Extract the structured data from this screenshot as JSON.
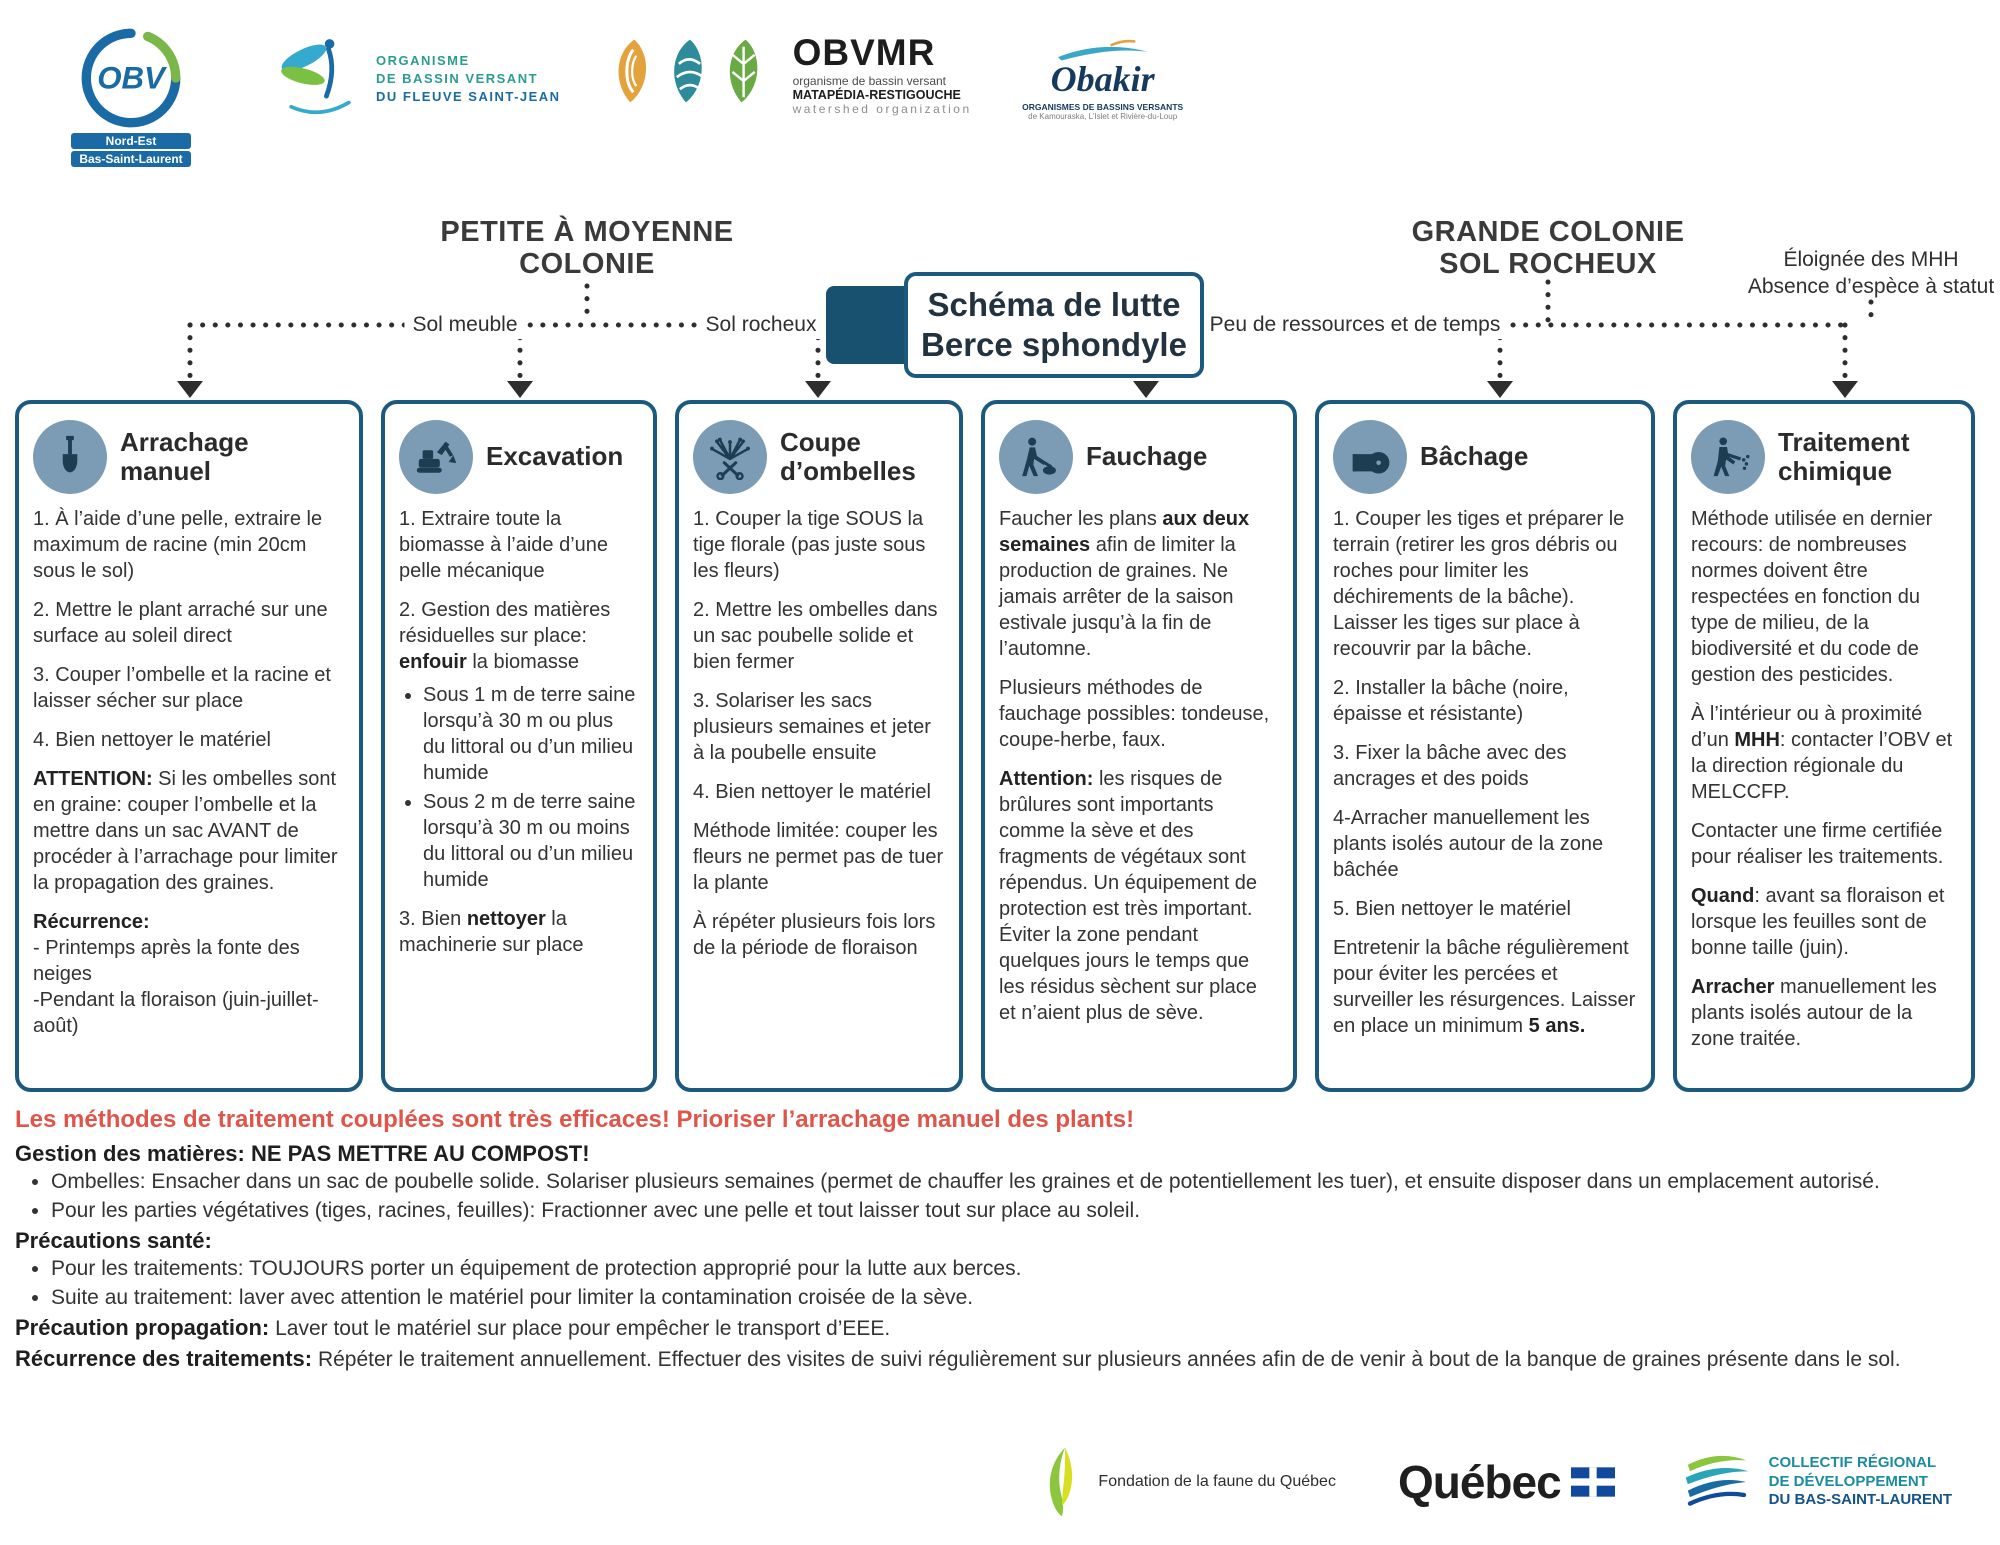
{
  "colors": {
    "card_border": "#1b5a7e",
    "accent_red": "#e0554a",
    "icon_circle": "#7b9cb4",
    "navy": "#17516f"
  },
  "logos_top": {
    "obv": {
      "acronym": "OBV",
      "line1": "Nord-Est",
      "line2": "Bas-Saint-Laurent"
    },
    "saint_jean": {
      "line1": "ORGANISME",
      "line2": "DE BASSIN VERSANT",
      "line3": "DU FLEUVE SAINT-JEAN"
    },
    "obvmr": {
      "acronym": "OBVMR",
      "line1": "organisme de bassin versant",
      "line2": "MATAPÉDIA-RESTIGOUCHE",
      "line3": "watershed organization"
    },
    "obakir": {
      "name": "Obakir",
      "line1": "ORGANISMES DE BASSINS VERSANTS",
      "line2": "de Kamouraska, L’Islet et Rivière-du-Loup"
    }
  },
  "tree": {
    "left_branch_line1": "PETITE À MOYENNE",
    "left_branch_line2": "COLONIE",
    "title_line1": "Schéma de lutte",
    "title_line2": "Berce sphondyle",
    "right_branch_line1": "GRANDE COLONIE",
    "right_branch_line2": "SOL ROCHEUX",
    "far_right_line1": "Éloignée des MHH",
    "far_right_line2": "Absence d’espèce à statut",
    "label_sol_meuble": "Sol meuble",
    "label_sol_rocheux": "Sol rocheux",
    "label_peu_ressources": "Peu de ressources et de temps"
  },
  "cards": [
    {
      "id": "arrachage-manuel",
      "title": "Arrachage\nmanuel",
      "icon": "shovel-icon",
      "blocks": [
        {
          "segs": [
            {
              "t": "1. À l’aide d’une pelle, extraire le maximum de racine (min 20cm sous le sol)"
            }
          ]
        },
        {
          "segs": [
            {
              "t": "2. Mettre le plant arraché sur une surface au soleil direct"
            }
          ]
        },
        {
          "segs": [
            {
              "t": "3. Couper l’ombelle et la racine et laisser sécher sur place"
            }
          ]
        },
        {
          "segs": [
            {
              "t": "4. Bien nettoyer le matériel"
            }
          ]
        },
        {
          "segs": [
            {
              "t": "ATTENTION:",
              "b": true
            },
            {
              "t": " Si les ombelles sont en graine: couper l’ombelle et la mettre dans un sac AVANT de procéder à l’arrachage pour limiter la propagation des graines."
            }
          ]
        },
        {
          "segs": [
            {
              "t": "Récurrence:",
              "b": true
            },
            {
              "t": "\n- Printemps après la fonte des neiges\n-Pendant la floraison (juin-juillet-août)"
            }
          ]
        }
      ]
    },
    {
      "id": "excavation",
      "title": "Excavation",
      "icon": "excavator-icon",
      "blocks": [
        {
          "segs": [
            {
              "t": "1. Extraire toute la biomasse à l’aide d’une pelle mécanique"
            }
          ]
        },
        {
          "segs": [
            {
              "t": "2. Gestion des matières résiduelles sur place: "
            },
            {
              "t": "enfouir",
              "b": true
            },
            {
              "t": " la biomasse"
            }
          ],
          "bullets": [
            [
              {
                "t": "Sous 1 m de terre saine lorsqu’à 30 m ou plus du littoral ou d’un milieu humide"
              }
            ],
            [
              {
                "t": "Sous 2 m de terre saine lorsqu’à 30 m ou moins du littoral ou d’un milieu humide"
              }
            ]
          ]
        },
        {
          "segs": [
            {
              "t": "3. Bien "
            },
            {
              "t": "nettoyer",
              "b": true
            },
            {
              "t": " la machinerie sur place"
            }
          ]
        }
      ]
    },
    {
      "id": "coupe-ombelles",
      "title": "Coupe\nd’ombelles",
      "icon": "umbel-scissors-icon",
      "blocks": [
        {
          "segs": [
            {
              "t": "1. Couper la tige SOUS la tige florale (pas juste sous les fleurs)"
            }
          ]
        },
        {
          "segs": [
            {
              "t": "2. Mettre les ombelles dans un sac poubelle solide et bien fermer"
            }
          ]
        },
        {
          "segs": [
            {
              "t": "3. Solariser les sacs plusieurs semaines et jeter à la poubelle ensuite"
            }
          ]
        },
        {
          "segs": [
            {
              "t": "4. Bien nettoyer le matériel"
            }
          ]
        },
        {
          "segs": [
            {
              "t": "Méthode limitée: couper les fleurs ne permet pas de tuer la plante"
            }
          ]
        },
        {
          "segs": [
            {
              "t": "À répéter plusieurs fois lors de la période de floraison"
            }
          ]
        }
      ]
    },
    {
      "id": "fauchage",
      "title": "Fauchage",
      "icon": "brushcutter-icon",
      "blocks": [
        {
          "segs": [
            {
              "t": "Faucher les plans "
            },
            {
              "t": "aux deux semaines",
              "b": true
            },
            {
              "t": " afin de limiter la production de graines. Ne jamais arrêter de la saison estivale jusqu’à la fin de l’automne."
            }
          ]
        },
        {
          "segs": [
            {
              "t": "Plusieurs méthodes de fauchage possibles: tondeuse, coupe-herbe, faux."
            }
          ]
        },
        {
          "segs": [
            {
              "t": "Attention:",
              "b": true
            },
            {
              "t": " les risques de brûlures sont importants comme la sève et des fragments de végétaux sont répendus. Un équipement de protection est très important. Éviter la zone pendant quelques jours le temps que les résidus sèchent sur place et n’aient plus de sève."
            }
          ]
        }
      ]
    },
    {
      "id": "bachage",
      "title": "Bâchage",
      "icon": "tarp-icon",
      "blocks": [
        {
          "segs": [
            {
              "t": "1. Couper les tiges et préparer le terrain (retirer les gros débris ou roches pour limiter les déchirements de la bâche). Laisser les tiges sur place à recouvrir par la bâche."
            }
          ]
        },
        {
          "segs": [
            {
              "t": "2. Installer la bâche (noire, épaisse et résistante)"
            }
          ]
        },
        {
          "segs": [
            {
              "t": "3. Fixer la bâche avec des ancrages et des poids"
            }
          ]
        },
        {
          "segs": [
            {
              "t": "4-Arracher manuellement les plants isolés autour de la zone bâchée"
            }
          ]
        },
        {
          "segs": [
            {
              "t": "5. Bien nettoyer le matériel"
            }
          ]
        },
        {
          "segs": [
            {
              "t": "Entretenir la bâche régulièrement pour éviter les percées et surveiller les résurgences. Laisser en place un minimum "
            },
            {
              "t": "5 ans.",
              "b": true
            }
          ]
        }
      ]
    },
    {
      "id": "traitement-chimique",
      "title": "Traitement\nchimique",
      "icon": "sprayer-icon",
      "blocks": [
        {
          "segs": [
            {
              "t": "Méthode utilisée en dernier recours: de nombreuses normes doivent être respectées en fonction du type de milieu, de la biodiversité et du code de gestion des pesticides."
            }
          ]
        },
        {
          "segs": [
            {
              "t": "À l’intérieur ou à proximité d’un "
            },
            {
              "t": "MHH",
              "b": true
            },
            {
              "t": ": contacter l’OBV et la direction régionale du MELCCFP."
            }
          ]
        },
        {
          "segs": [
            {
              "t": "Contacter une firme certifiée pour réaliser les traitements."
            }
          ]
        },
        {
          "segs": [
            {
              "t": "Quand",
              "b": true
            },
            {
              "t": ": avant sa floraison et lorsque les feuilles sont de bonne taille (juin)."
            }
          ]
        },
        {
          "segs": [
            {
              "t": "Arracher",
              "b": true
            },
            {
              "t": " manuellement les plants isolés autour de la zone traitée."
            }
          ]
        }
      ]
    }
  ],
  "notes": {
    "priority": "Les méthodes de traitement couplées sont très efficaces! Prioriser l’arrachage manuel des plants!",
    "waste_heading": "Gestion des matières: NE PAS METTRE AU COMPOST!",
    "waste_items": [
      "Ombelles: Ensacher dans un sac de poubelle solide. Solariser plusieurs semaines (permet de chauffer les graines et de potentiellement les tuer), et ensuite disposer dans un emplacement autorisé.",
      "Pour les parties végétatives (tiges, racines, feuilles): Fractionner avec une pelle et tout laisser tout sur place au soleil."
    ],
    "health_heading": "Précautions santé:",
    "health_items": [
      "Pour les traitements: TOUJOURS porter un équipement de protection approprié pour la lutte aux berces.",
      "Suite au traitement: laver avec attention le matériel pour limiter la contamination croisée de la sève."
    ],
    "propagation_label": "Précaution propagation:",
    "propagation_text": " Laver tout le matériel sur place pour empêcher le transport d’EEE.",
    "recurrence_label": "Récurrence des traitements:",
    "recurrence_text": " Répéter le traitement annuellement. Effectuer des visites de suivi régulièrement sur plusieurs années afin de de venir à bout de la banque de graines présente dans le sol."
  },
  "logos_bottom": {
    "fondation": "Fondation de la faune du Québec",
    "quebec": "Québec",
    "crd_line1": "COLLECTIF RÉGIONAL",
    "crd_line2": "DE DÉVELOPPEMENT",
    "crd_line3": "DU BAS-SAINT-LAURENT"
  }
}
